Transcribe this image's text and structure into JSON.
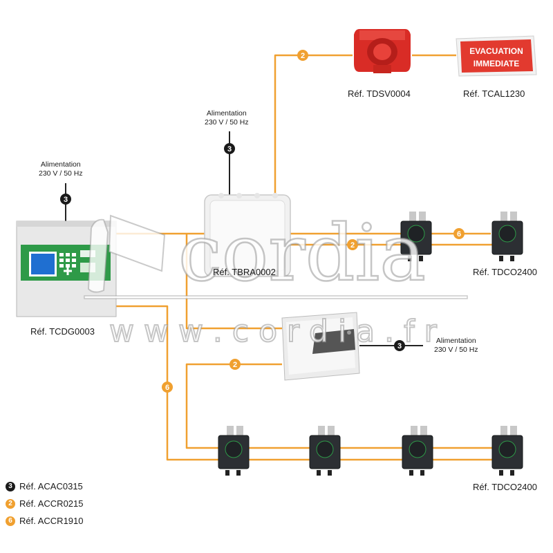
{
  "power_label_line1": "Alimentation",
  "power_label_line2": "230 V / 50 Hz",
  "devices": {
    "siren": "Réf. TDSV0004",
    "panel_sign": "Réf. TCAL1230",
    "junction_box": "Réf. TBRA0002",
    "detectors_top": "Réf. TDCO2400",
    "central_unit": "Réf. TCDG0003",
    "detectors_bottom": "Réf. TDCO2400"
  },
  "sign_text": {
    "line1": "EVACUATION",
    "line2": "IMMEDIATE"
  },
  "cable_numbers": {
    "black": "3",
    "orange_small": "2",
    "orange_big": "6"
  },
  "legend": [
    {
      "number": "3",
      "label": "Réf. ACAC0315",
      "color": "#1a1a1a"
    },
    {
      "number": "2",
      "label": "Réf. ACCR0215",
      "color": "#f0a030"
    },
    {
      "number": "6",
      "label": "Réf. ACCR1910",
      "color": "#f0a030"
    }
  ],
  "watermark": {
    "brand": "cordia",
    "url": "w w w . c o r d i a . f r"
  },
  "colors": {
    "cable_orange": "#f0a030",
    "cable_black": "#222222",
    "siren_red": "#e0302a",
    "panel_green": "#2e9a48"
  }
}
